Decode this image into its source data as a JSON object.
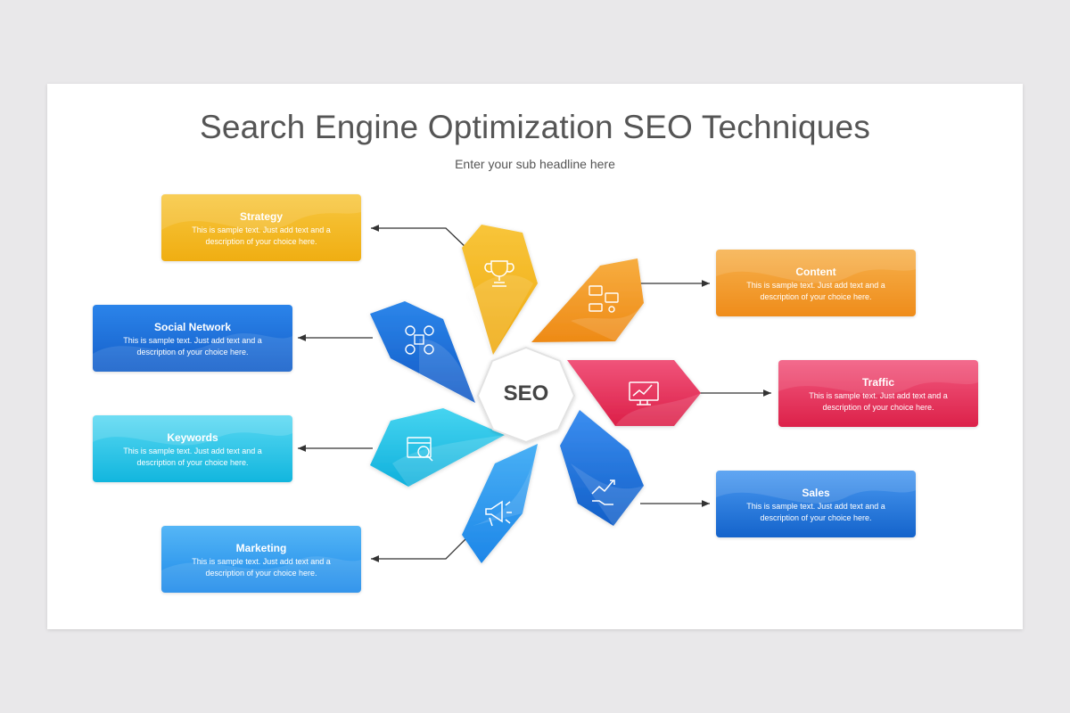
{
  "title": "Search Engine Optimization SEO Techniques",
  "subtitle": "Enter your sub headline here",
  "center_label": "SEO",
  "items": [
    {
      "title": "Strategy",
      "desc": "This is sample text. Just add text and a description of your choice here.",
      "color": "#f5b91c",
      "icon": "trophy-icon"
    },
    {
      "title": "Social Network",
      "desc": "This is sample text. Just add text and a description of your choice here.",
      "color": "#1f6fd6",
      "icon": "social-media-icon"
    },
    {
      "title": "Keywords",
      "desc": "This is sample text. Just add text and a description of your choice here.",
      "color": "#20c2e6",
      "icon": "keyword-search-icon"
    },
    {
      "title": "Marketing",
      "desc": "This is sample text. Just add text and a description of your choice here.",
      "color": "#2a9cf0",
      "icon": "megaphone-icon"
    },
    {
      "title": "Content",
      "desc": "This is sample text. Just add text and a description of your choice here.",
      "color": "#f39c2a",
      "icon": "content-chat-icon"
    },
    {
      "title": "Traffic",
      "desc": "This is sample text. Just add text and a description of your choice here.",
      "color": "#e8345c",
      "icon": "monitor-chart-icon"
    },
    {
      "title": "Sales",
      "desc": "This is sample text. Just add text and a description of your choice here.",
      "color": "#1c74da",
      "icon": "sales-growth-icon"
    }
  ]
}
